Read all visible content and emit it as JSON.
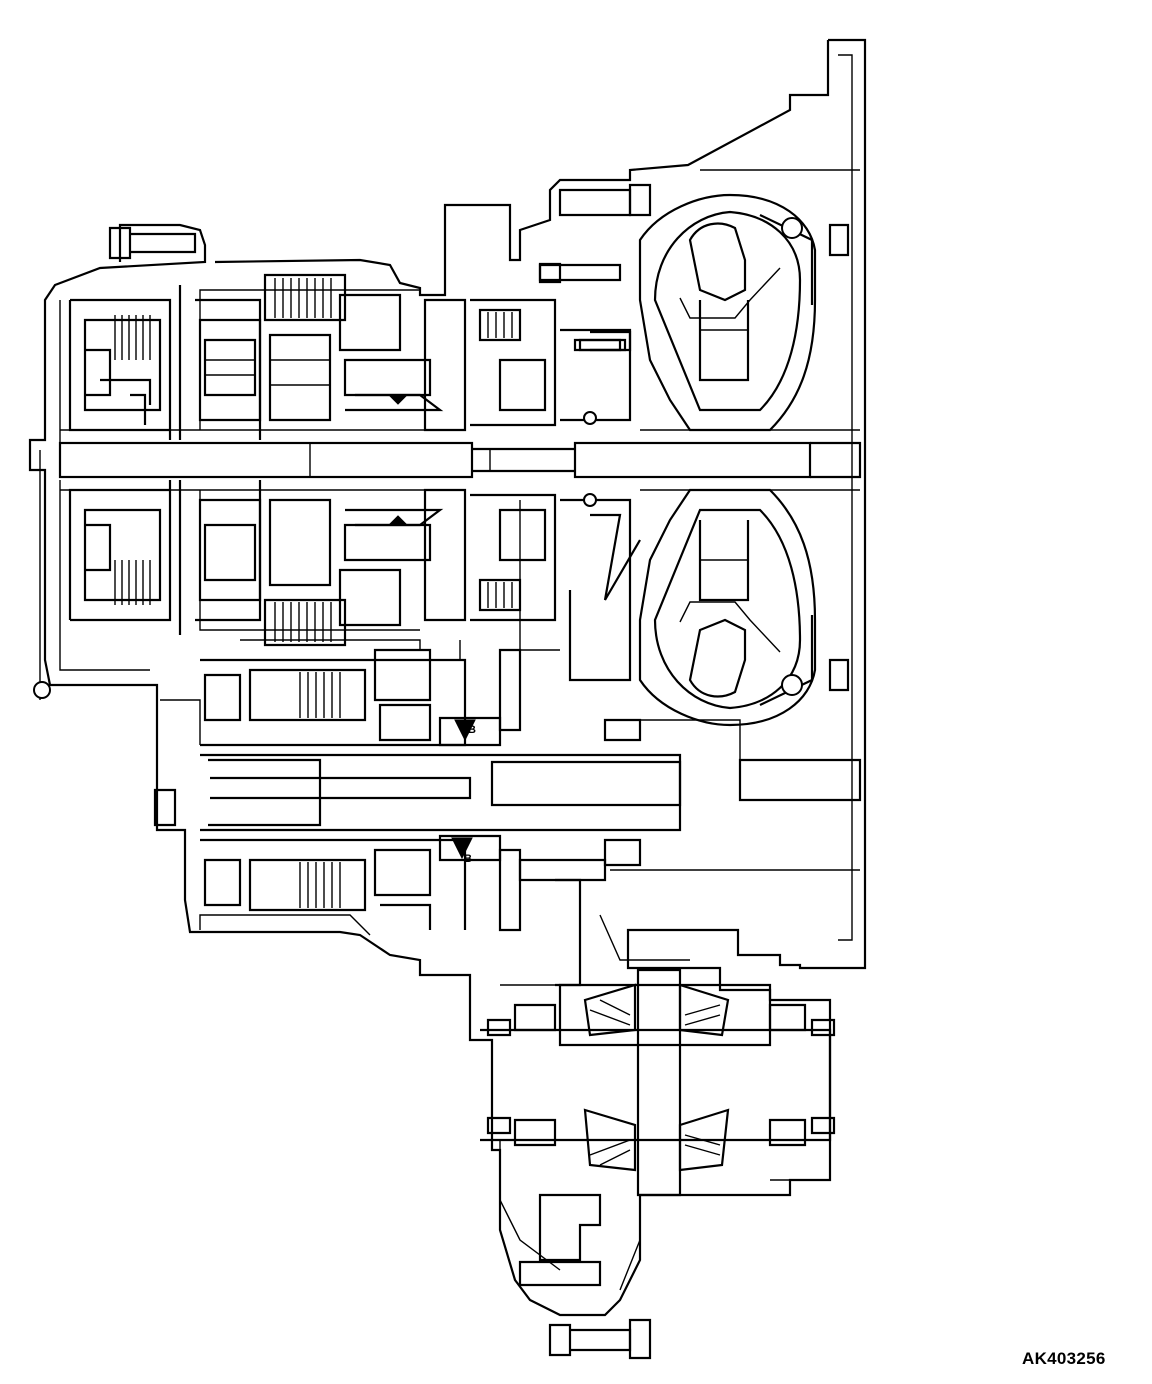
{
  "figure": {
    "reference_code": "AK403256",
    "bearing_marks": [
      "B",
      "B"
    ]
  },
  "colors": {
    "line": "#000000",
    "background": "#ffffff"
  }
}
